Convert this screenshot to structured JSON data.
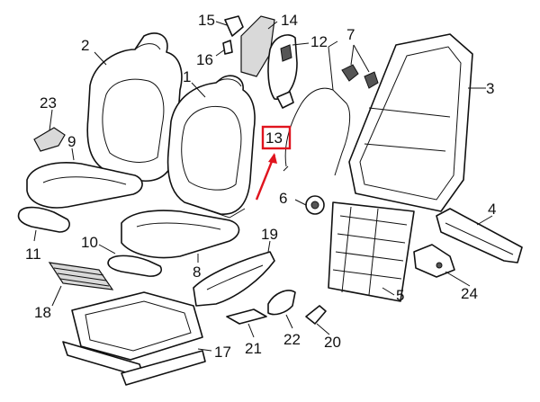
{
  "callouts": [
    {
      "id": "c1",
      "label": "1"
    },
    {
      "id": "c2",
      "label": "2"
    },
    {
      "id": "c3",
      "label": "3"
    },
    {
      "id": "c4",
      "label": "4"
    },
    {
      "id": "c5",
      "label": "5"
    },
    {
      "id": "c6",
      "label": "6"
    },
    {
      "id": "c7",
      "label": "7"
    },
    {
      "id": "c8",
      "label": "8"
    },
    {
      "id": "c9",
      "label": "9"
    },
    {
      "id": "c10",
      "label": "10"
    },
    {
      "id": "c11",
      "label": "11"
    },
    {
      "id": "c12",
      "label": "12"
    },
    {
      "id": "c13",
      "label": "13"
    },
    {
      "id": "c14",
      "label": "14"
    },
    {
      "id": "c15",
      "label": "15"
    },
    {
      "id": "c16",
      "label": "16"
    },
    {
      "id": "c17",
      "label": "17"
    },
    {
      "id": "c18",
      "label": "18"
    },
    {
      "id": "c19",
      "label": "19"
    },
    {
      "id": "c20",
      "label": "20"
    },
    {
      "id": "c21",
      "label": "21"
    },
    {
      "id": "c22",
      "label": "22"
    },
    {
      "id": "c23",
      "label": "23"
    },
    {
      "id": "c24",
      "label": "24"
    }
  ],
  "highlight": {
    "callout": "13",
    "box_color": "#e0141e",
    "arrow_color": "#e0141e"
  }
}
